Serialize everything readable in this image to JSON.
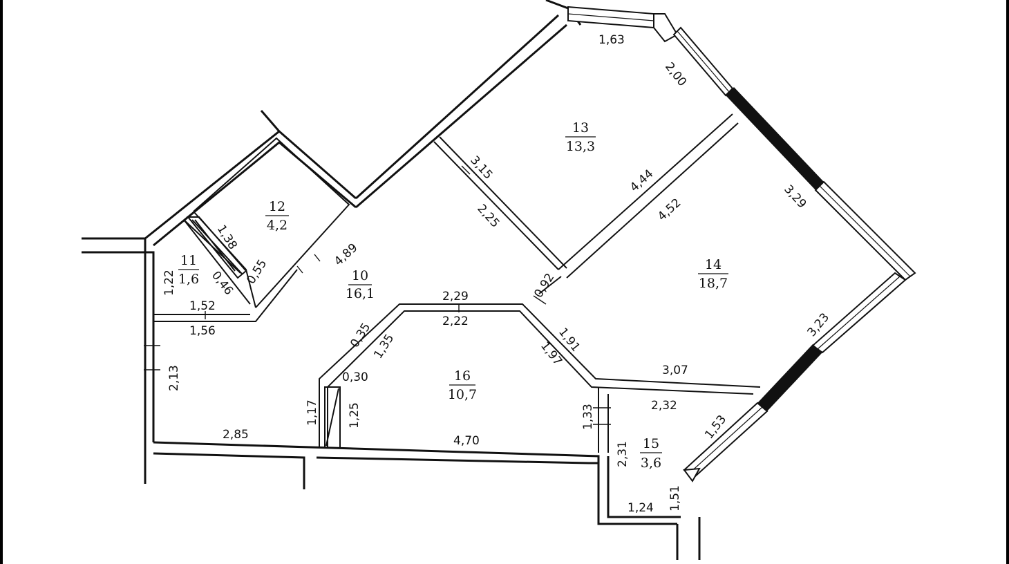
{
  "rooms": [
    {
      "number": "10",
      "area": "16,1"
    },
    {
      "number": "11",
      "area": "1,6"
    },
    {
      "number": "12",
      "area": "4,2"
    },
    {
      "number": "13",
      "area": "13,3"
    },
    {
      "number": "14",
      "area": "18,7"
    },
    {
      "number": "15",
      "area": "3,6"
    },
    {
      "number": "16",
      "area": "10,7"
    }
  ],
  "dimensions": [
    "1,63",
    "2,00",
    "3,15",
    "4,44",
    "3,29",
    "1,38",
    "4,89",
    "2,25",
    "4,52",
    "0,55",
    "0,46",
    "1,22",
    "1,52",
    "1,56",
    "0,92",
    "2,29",
    "2,22",
    "0,35",
    "1,35",
    "1,91",
    "1,97",
    "3,07",
    "3,23",
    "0,30",
    "2,13",
    "1,17",
    "1,25",
    "2,32",
    "1,33",
    "1,53",
    "2,85",
    "4,70",
    "2,31",
    "1,51",
    "1,24"
  ]
}
